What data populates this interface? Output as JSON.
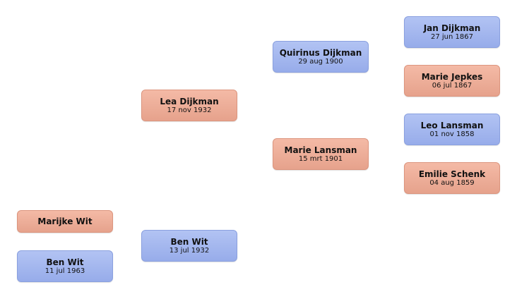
{
  "people": {
    "root": {
      "name": "Ben Wit",
      "date": "11 jul 1963"
    },
    "partner": {
      "name": "Marijke Wit"
    },
    "father": {
      "name": "Ben Wit",
      "date": "13 jul 1932"
    },
    "mother": {
      "name": "Lea Dijkman",
      "date": "17 nov 1932"
    },
    "maternal_grandfather": {
      "name": "Quirinus Dijkman",
      "date": "29 aug 1900"
    },
    "maternal_grandmother": {
      "name": "Marie Lansman",
      "date": "15 mrt 1901"
    },
    "mgf_father": {
      "name": "Jan Dijkman",
      "date": "27 jun 1867"
    },
    "mgf_mother": {
      "name": "Marie Jepkes",
      "date": "06 jul 1867"
    },
    "mgm_father": {
      "name": "Leo Lansman",
      "date": "01 nov 1858"
    },
    "mgm_mother": {
      "name": "Emilie Schenk",
      "date": "04 aug 1859"
    }
  },
  "colors": {
    "male": "#9fb3ed",
    "female": "#eba994"
  }
}
